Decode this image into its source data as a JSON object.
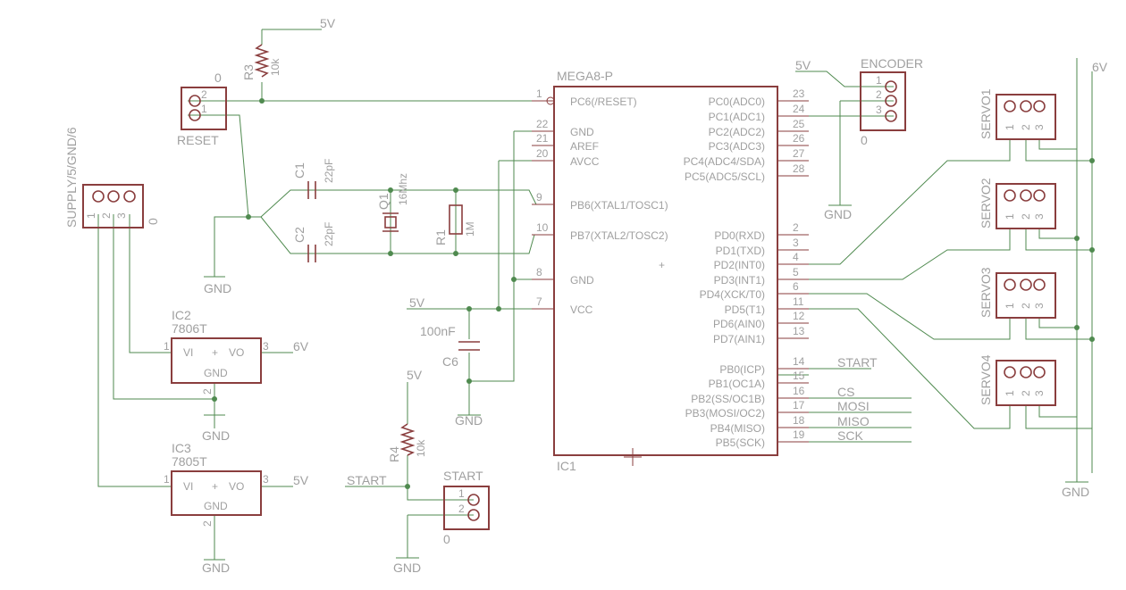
{
  "mcu": {
    "name": "MEGA8-P",
    "ref": "IC1",
    "left_pins": [
      {
        "num": "1",
        "name": "PC6(/RESET)"
      },
      {
        "num": "22",
        "name": "GND"
      },
      {
        "num": "21",
        "name": "AREF"
      },
      {
        "num": "20",
        "name": "AVCC"
      },
      {
        "num": "9",
        "name": "PB6(XTAL1/TOSC1)"
      },
      {
        "num": "10",
        "name": "PB7(XTAL2/TOSC2)"
      },
      {
        "num": "8",
        "name": "GND"
      },
      {
        "num": "7",
        "name": "VCC"
      }
    ],
    "right_pins": [
      {
        "num": "23",
        "name": "PC0(ADC0)"
      },
      {
        "num": "24",
        "name": "PC1(ADC1)"
      },
      {
        "num": "25",
        "name": "PC2(ADC2)"
      },
      {
        "num": "26",
        "name": "PC3(ADC3)"
      },
      {
        "num": "27",
        "name": "PC4(ADC4/SDA)"
      },
      {
        "num": "28",
        "name": "PC5(ADC5/SCL)"
      },
      {
        "num": "2",
        "name": "PD0(RXD)"
      },
      {
        "num": "3",
        "name": "PD1(TXD)"
      },
      {
        "num": "4",
        "name": "PD2(INT0)"
      },
      {
        "num": "5",
        "name": "PD3(INT1)"
      },
      {
        "num": "6",
        "name": "PD4(XCK/T0)"
      },
      {
        "num": "11",
        "name": "PD5(T1)"
      },
      {
        "num": "12",
        "name": "PD6(AIN0)"
      },
      {
        "num": "13",
        "name": "PD7(AIN1)"
      },
      {
        "num": "14",
        "name": "PB0(ICP)"
      },
      {
        "num": "15",
        "name": "PB1(OC1A)"
      },
      {
        "num": "16",
        "name": "PB2(SS/OC1B)"
      },
      {
        "num": "17",
        "name": "PB3(MOSI/OC2)"
      },
      {
        "num": "18",
        "name": "PB4(MISO)"
      },
      {
        "num": "19",
        "name": "PB5(SCK)"
      }
    ]
  },
  "nets": {
    "v5": "5V",
    "v6": "6V",
    "gnd": "GND",
    "start": "START",
    "cs": "CS",
    "mosi": "MOSI",
    "miso": "MISO",
    "sck": "SCK"
  },
  "parts": {
    "r3": {
      "ref": "R3",
      "value": "10k"
    },
    "r4": {
      "ref": "R4",
      "value": "10k"
    },
    "r1": {
      "ref": "R1",
      "value": "1M"
    },
    "c1": {
      "ref": "C1",
      "value": "22pF"
    },
    "c2": {
      "ref": "C2",
      "value": "22pF"
    },
    "c6": {
      "ref": "C6",
      "value": "100nF"
    },
    "q1": {
      "ref": "Q1",
      "value": "16Mhz"
    },
    "ic2": {
      "ref": "IC2",
      "value": "7806T",
      "vi": "VI",
      "vo": "VO",
      "gnd": "GND"
    },
    "ic3": {
      "ref": "IC3",
      "value": "7805T",
      "vi": "VI",
      "vo": "VO",
      "gnd": "GND"
    }
  },
  "connectors": {
    "reset": {
      "label": "RESET",
      "value": "0"
    },
    "supply": {
      "label": "SUPPLY/5/GND/6",
      "value": "0"
    },
    "encoder": {
      "label": "ENCODER",
      "value": "0"
    },
    "start": {
      "label": "START",
      "value": "0"
    },
    "servos": [
      "SERVO1",
      "SERVO2",
      "SERVO3",
      "SERVO4"
    ]
  },
  "pin_digits": {
    "one": "1",
    "two": "2",
    "three": "3"
  }
}
